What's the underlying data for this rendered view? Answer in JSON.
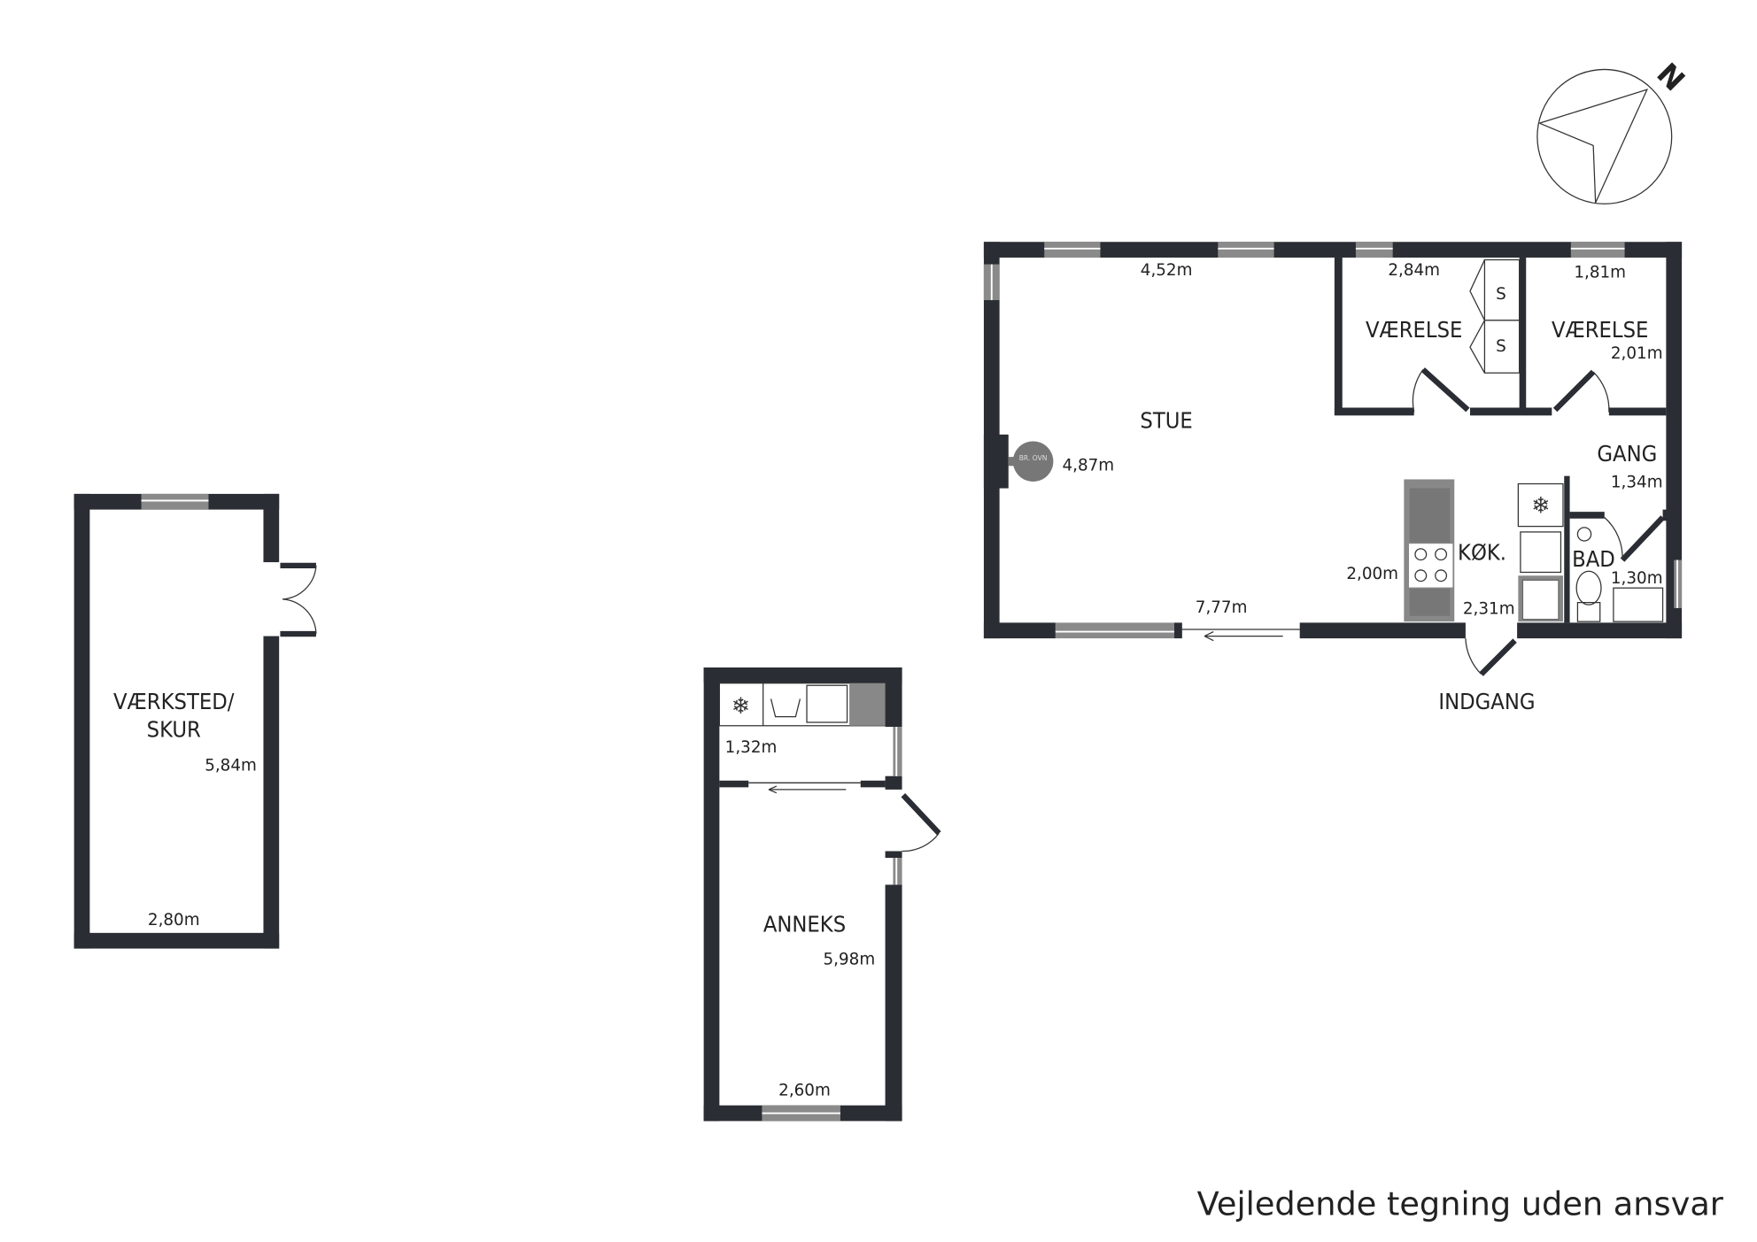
{
  "house": {
    "rooms": [
      {
        "name": "STUE",
        "dims": [
          "4,52m",
          "4,87m",
          "7,77m"
        ]
      },
      {
        "name": "VÆRELSE",
        "dims": [
          "2,84m"
        ]
      },
      {
        "name": "VÆRELSE",
        "dims": [
          "1,81m",
          "2,01m"
        ]
      },
      {
        "name": "GANG",
        "dims": [
          "1,34m"
        ]
      },
      {
        "name": "KØK.",
        "dims": [
          "2,00m",
          "2,31m"
        ]
      },
      {
        "name": "BAD",
        "dims": [
          "1,30m"
        ]
      }
    ],
    "closet_label": "S",
    "stove_label": "BR. OVN",
    "entrance": "INDGANG"
  },
  "workshop": {
    "name_line1": "VÆRKSTED/",
    "name_line2": "SKUR",
    "dims": [
      "5,84m",
      "2,80m"
    ]
  },
  "annex": {
    "name": "ANNEKS",
    "dims": [
      "1,32m",
      "5,98m",
      "2,60m"
    ]
  },
  "compass": {
    "label": "N"
  },
  "disclaimer": "Vejledende tegning uden ansvar",
  "colors": {
    "wall": "#2a2d33",
    "window": "#8a8a8a"
  }
}
